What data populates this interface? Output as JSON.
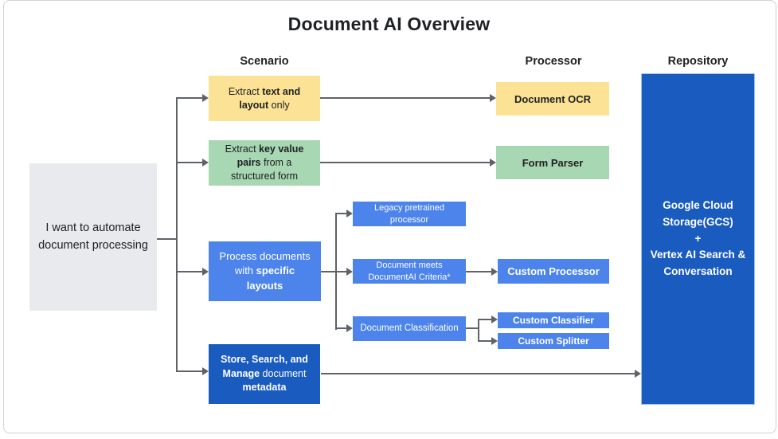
{
  "title": "Document AI Overview",
  "headers": {
    "scenario": "Scenario",
    "processor": "Processor",
    "repository": "Repository"
  },
  "intent": {
    "text": "I want to automate document processing"
  },
  "scenarios": {
    "ocr": {
      "pre": "Extract ",
      "bold": "text and layout",
      "post": " only"
    },
    "form": {
      "pre": "Extract ",
      "bold": "key value pairs",
      "post": " from a structured form"
    },
    "layouts": {
      "pre": "Process documents with ",
      "bold": "specific layouts",
      "post": ""
    },
    "store": {
      "bold1": "Store, Search, and Manage",
      "mid": " document ",
      "bold2": "metadata"
    }
  },
  "branches": {
    "legacy": "Legacy pretrained processor",
    "criteria": "Document meets DocumentAI Criteria*",
    "classification": "Document Classification"
  },
  "processors": {
    "ocr": "Document OCR",
    "form": "Form Parser",
    "custom": "Custom Processor",
    "classifier": "Custom Classifier",
    "splitter": "Custom Splitter"
  },
  "repository_box": {
    "line1": "Google Cloud Storage(GCS)",
    "line2": "+",
    "line3": "Vertex AI Search & Conversation"
  },
  "colors": {
    "yellow": "#fce294",
    "green": "#a7d7b3",
    "blue": "#4c84ec",
    "dark_blue": "#1a5bc0",
    "gray": "#e8eaed",
    "connector": "#5f6368",
    "text_dark": "#202124"
  }
}
